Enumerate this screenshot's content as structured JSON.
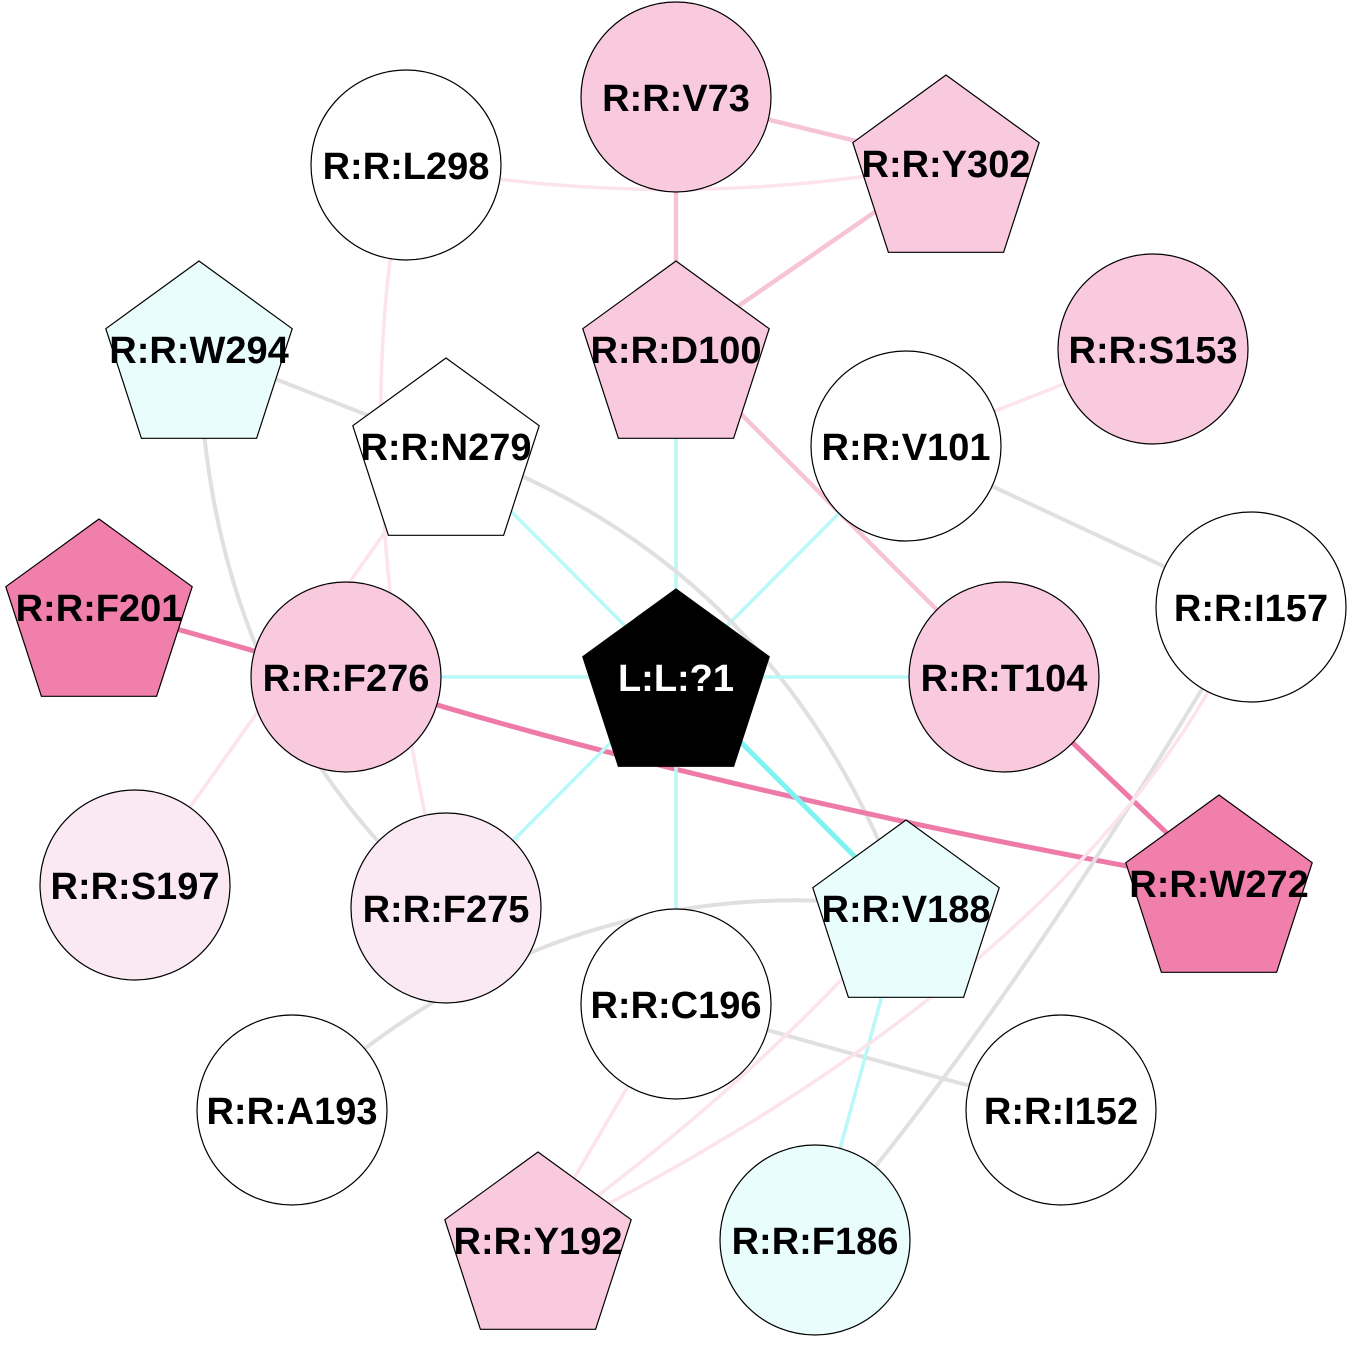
{
  "colors": {
    "white": "#ffffff",
    "pink_light": "#fae9f2",
    "pink": "#f9c9dd",
    "pink_dark": "#f07fab",
    "cyan_light": "#e9fdfd",
    "black": "#000000",
    "edge_gray": "#e0e0e0",
    "edge_cyan": "#b9f8f8",
    "edge_cyan_strong": "#7ff2f2",
    "edge_pink_faint": "#fce3ec",
    "edge_pink": "#f7c3d7",
    "edge_pink_strong": "#ee7aa8"
  },
  "nodes": [
    {
      "id": "V73",
      "label": "R:R:V73",
      "shape": "circle",
      "fill": "pink"
    },
    {
      "id": "L298",
      "label": "R:R:L298",
      "shape": "circle",
      "fill": "white"
    },
    {
      "id": "Y302",
      "label": "R:R:Y302",
      "shape": "pentagon",
      "fill": "pink"
    },
    {
      "id": "W294",
      "label": "R:R:W294",
      "shape": "pentagon",
      "fill": "cyan_light"
    },
    {
      "id": "D100",
      "label": "R:R:D100",
      "shape": "pentagon",
      "fill": "pink"
    },
    {
      "id": "S153",
      "label": "R:R:S153",
      "shape": "circle",
      "fill": "pink"
    },
    {
      "id": "N279",
      "label": "R:R:N279",
      "shape": "pentagon",
      "fill": "white"
    },
    {
      "id": "V101",
      "label": "R:R:V101",
      "shape": "circle",
      "fill": "white"
    },
    {
      "id": "F201",
      "label": "R:R:F201",
      "shape": "pentagon",
      "fill": "pink_dark"
    },
    {
      "id": "I157",
      "label": "R:R:I157",
      "shape": "circle",
      "fill": "white"
    },
    {
      "id": "F276",
      "label": "R:R:F276",
      "shape": "circle",
      "fill": "pink"
    },
    {
      "id": "L1",
      "label": "L:L:?1",
      "shape": "pentagon",
      "fill": "black",
      "text_color": "#ffffff"
    },
    {
      "id": "T104",
      "label": "R:R:T104",
      "shape": "circle",
      "fill": "pink"
    },
    {
      "id": "S197",
      "label": "R:R:S197",
      "shape": "circle",
      "fill": "pink_light"
    },
    {
      "id": "F275",
      "label": "R:R:F275",
      "shape": "circle",
      "fill": "pink_light"
    },
    {
      "id": "V188",
      "label": "R:R:V188",
      "shape": "pentagon",
      "fill": "cyan_light"
    },
    {
      "id": "W272",
      "label": "R:R:W272",
      "shape": "pentagon",
      "fill": "pink_dark"
    },
    {
      "id": "C196",
      "label": "R:R:C196",
      "shape": "circle",
      "fill": "white"
    },
    {
      "id": "A193",
      "label": "R:R:A193",
      "shape": "circle",
      "fill": "white"
    },
    {
      "id": "I152",
      "label": "R:R:I152",
      "shape": "circle",
      "fill": "white"
    },
    {
      "id": "Y192",
      "label": "R:R:Y192",
      "shape": "pentagon",
      "fill": "pink"
    },
    {
      "id": "F186",
      "label": "R:R:F186",
      "shape": "circle",
      "fill": "cyan_light"
    }
  ],
  "edges": [
    {
      "source": "V73",
      "target": "Y302",
      "color": "edge_pink"
    },
    {
      "source": "V73",
      "target": "D100",
      "color": "edge_pink"
    },
    {
      "source": "L298",
      "target": "Y302",
      "color": "edge_pink_faint"
    },
    {
      "source": "Y302",
      "target": "D100",
      "color": "edge_pink"
    },
    {
      "source": "D100",
      "target": "T104",
      "color": "edge_pink"
    },
    {
      "source": "D100",
      "target": "L1",
      "color": "edge_cyan"
    },
    {
      "source": "V101",
      "target": "S153",
      "color": "edge_pink_faint"
    },
    {
      "source": "V101",
      "target": "I157",
      "color": "edge_gray"
    },
    {
      "source": "V101",
      "target": "L1",
      "color": "edge_cyan"
    },
    {
      "source": "W294",
      "target": "N279",
      "color": "edge_gray"
    },
    {
      "source": "W294",
      "target": "F275",
      "color": "edge_gray"
    },
    {
      "source": "L298",
      "target": "F275",
      "color": "edge_pink_faint"
    },
    {
      "source": "N279",
      "target": "L1",
      "color": "edge_cyan"
    },
    {
      "source": "N279",
      "target": "V188",
      "color": "edge_gray"
    },
    {
      "source": "N279",
      "target": "S197",
      "color": "edge_pink_faint"
    },
    {
      "source": "F201",
      "target": "F276",
      "color": "edge_pink_strong"
    },
    {
      "source": "F276",
      "target": "W272",
      "color": "edge_pink_strong"
    },
    {
      "source": "F276",
      "target": "L1",
      "color": "edge_cyan"
    },
    {
      "source": "T104",
      "target": "L1",
      "color": "edge_cyan"
    },
    {
      "source": "T104",
      "target": "W272",
      "color": "edge_pink_strong"
    },
    {
      "source": "L1",
      "target": "V188",
      "color": "edge_cyan_strong"
    },
    {
      "source": "L1",
      "target": "F275",
      "color": "edge_cyan"
    },
    {
      "source": "L1",
      "target": "C196",
      "color": "edge_cyan"
    },
    {
      "source": "A193",
      "target": "V188",
      "color": "edge_gray"
    },
    {
      "source": "C196",
      "target": "I152",
      "color": "edge_gray"
    },
    {
      "source": "C196",
      "target": "Y192",
      "color": "edge_pink_faint"
    },
    {
      "source": "V188",
      "target": "Y192",
      "color": "edge_pink_faint"
    },
    {
      "source": "V188",
      "target": "F186",
      "color": "edge_cyan"
    },
    {
      "source": "I157",
      "target": "F186",
      "color": "edge_gray"
    },
    {
      "source": "I157",
      "target": "Y192",
      "color": "edge_pink_faint"
    }
  ]
}
